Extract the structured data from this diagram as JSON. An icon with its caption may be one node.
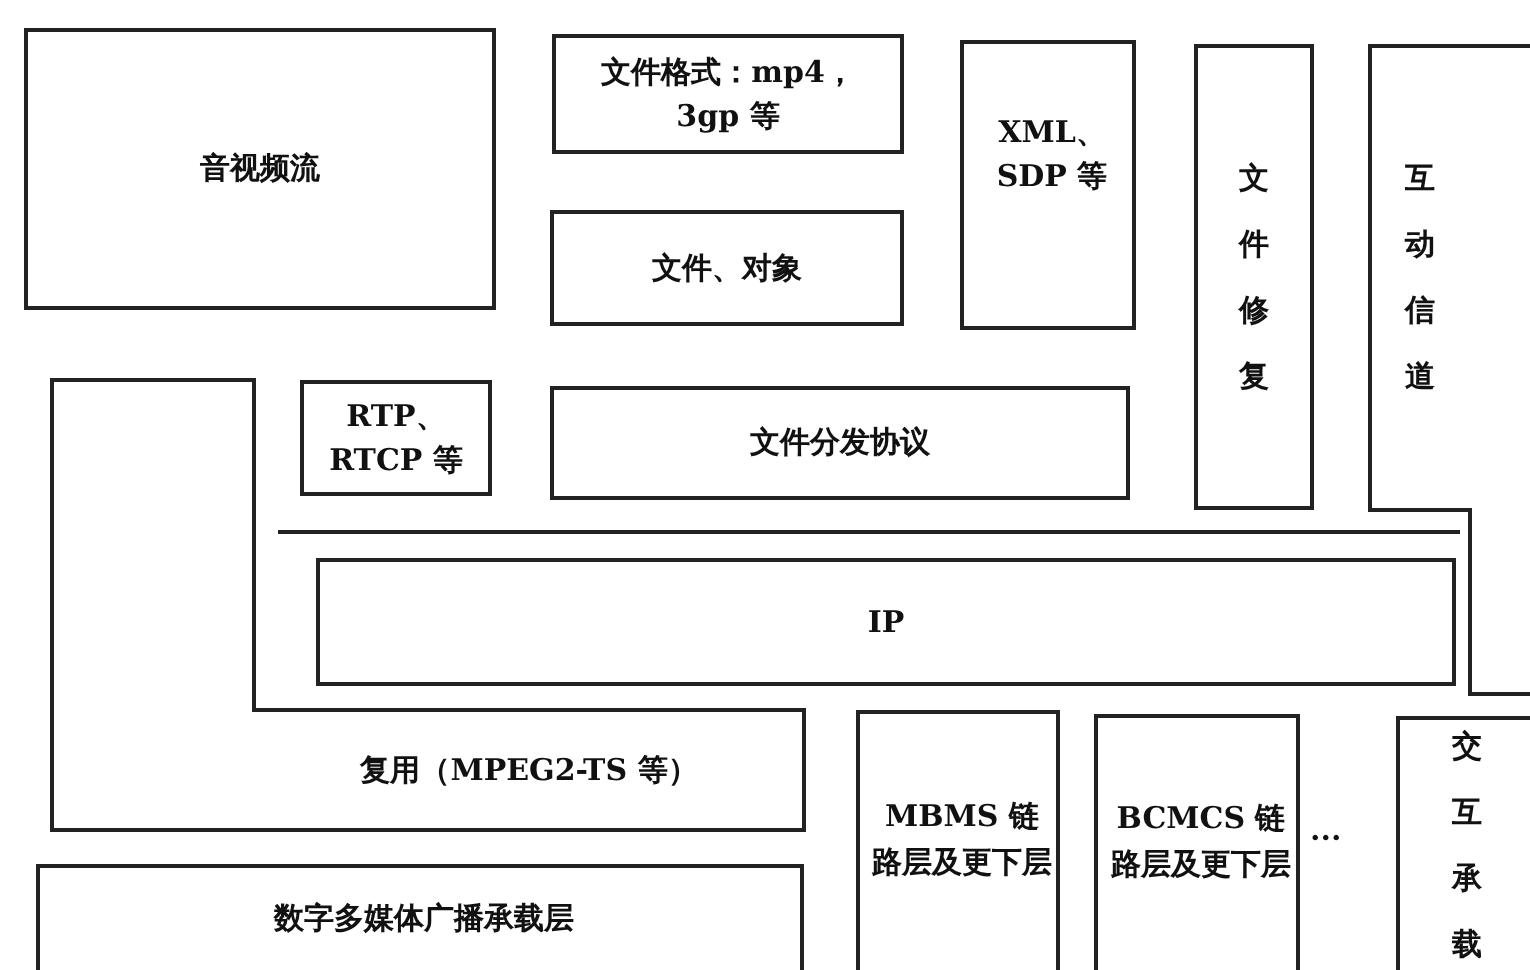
{
  "diagram": {
    "nodes": [
      {
        "text": [
          "音视频流"
        ]
      },
      {
        "text": [
          "文件格式：mp4，3gp 等"
        ]
      },
      {
        "text": [
          "文件、对象"
        ]
      },
      {
        "text": [
          "XML、SDP 等"
        ]
      },
      {
        "text": [
          "文件修复"
        ]
      },
      {
        "text": [
          "互动信道"
        ]
      },
      {
        "text": [
          "RTP、RTCP 等"
        ]
      },
      {
        "text": [
          "文件分发协议"
        ]
      },
      {
        "text": [
          "IP"
        ]
      },
      {
        "text": [
          "复用（MPEG2-TS 等）"
        ]
      },
      {
        "text": [
          "数字多媒体广播承载层"
        ]
      },
      {
        "text": [
          "MBMS 链路层及更下层"
        ]
      },
      {
        "text": [
          "BCMCS 链路层及更下层"
        ]
      },
      {
        "text": [
          "交互承载"
        ]
      }
    ],
    "labels": [
      "···"
    ]
  }
}
